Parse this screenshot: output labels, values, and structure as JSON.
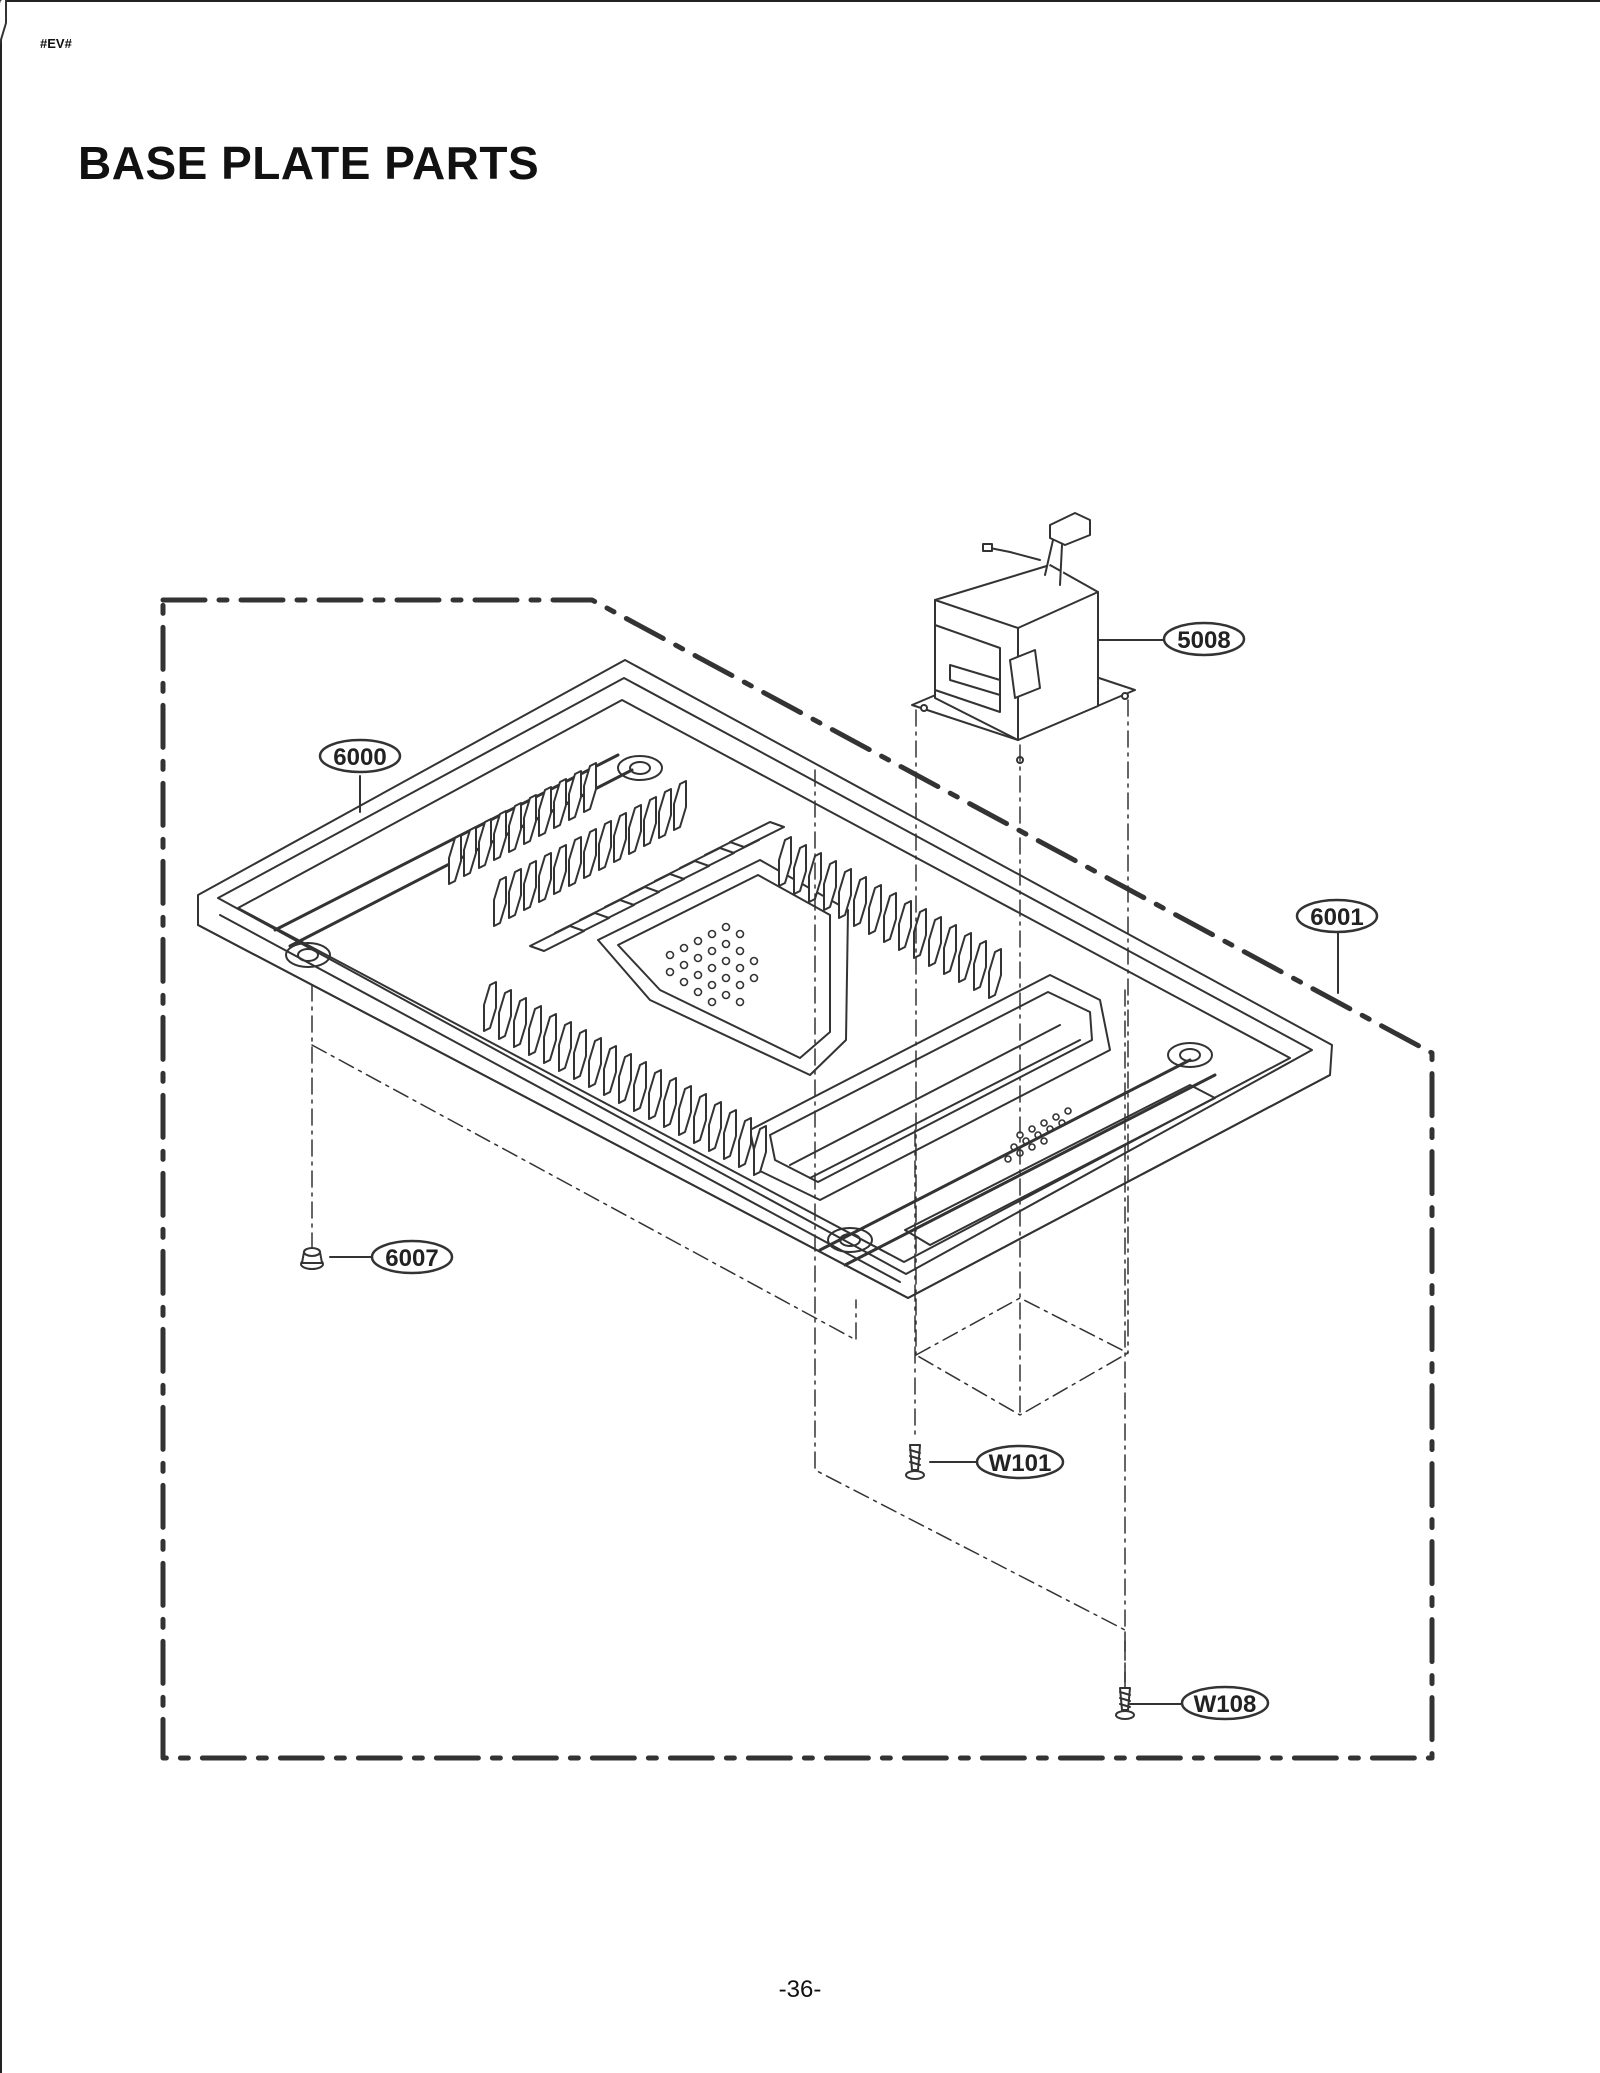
{
  "header": {
    "code_mark": "#EV#",
    "title": "BASE PLATE PARTS"
  },
  "footer": {
    "page_number": "-36-"
  },
  "callouts": {
    "part_5008": "5008",
    "part_6000": "6000",
    "part_6001": "6001",
    "part_6007": "6007",
    "part_w101": "W101",
    "part_w108": "W108"
  },
  "colors": {
    "line": "#333333",
    "text": "#111111",
    "background": "#ffffff"
  }
}
